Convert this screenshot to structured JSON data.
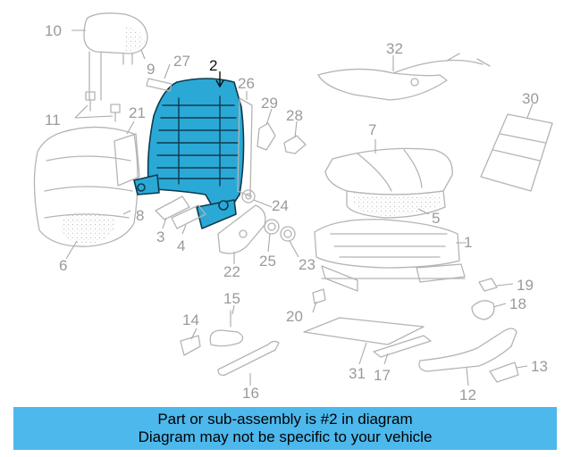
{
  "diagram": {
    "highlighted_part": "2",
    "highlight_color": "#2ba9d6",
    "callouts": [
      "1",
      "2",
      "3",
      "4",
      "5",
      "6",
      "7",
      "8",
      "9",
      "10",
      "11",
      "12",
      "13",
      "14",
      "15",
      "16",
      "17",
      "18",
      "19",
      "20",
      "21",
      "22",
      "23",
      "24",
      "25",
      "26",
      "27",
      "28",
      "29",
      "30",
      "31",
      "32"
    ]
  },
  "banner": {
    "line1": "Part or sub-assembly is #2 in diagram",
    "line2": "Diagram may not be specific to your vehicle",
    "color": "#4db8ec"
  }
}
